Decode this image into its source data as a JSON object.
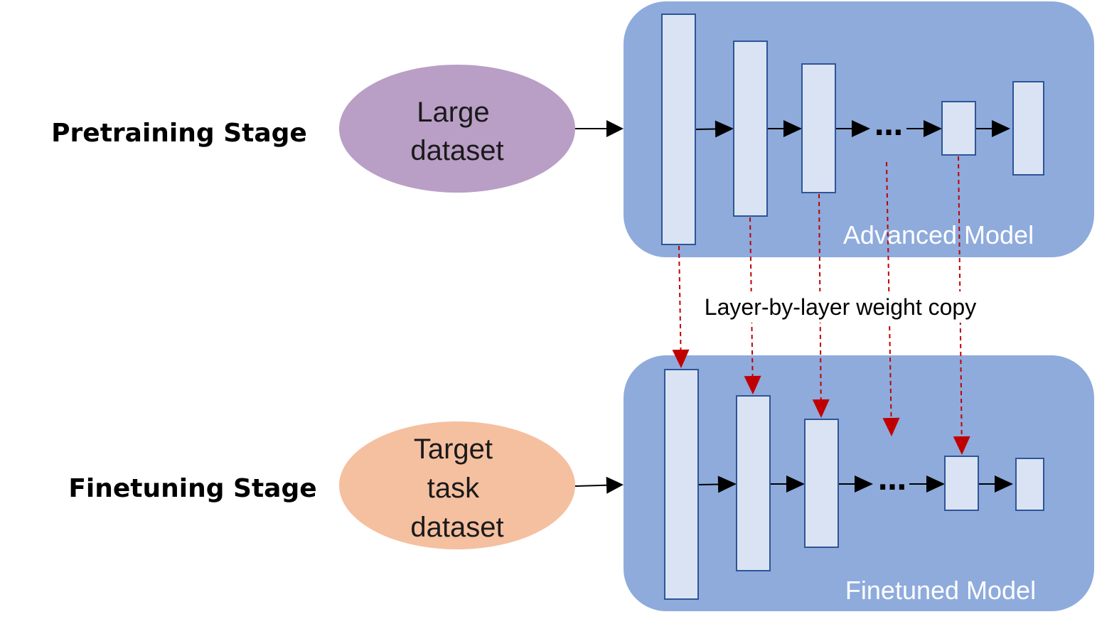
{
  "stages": {
    "pretraining": {
      "label": "Pretraining Stage",
      "dataset_lines": [
        "Large",
        "dataset"
      ],
      "model_label": "Advanced Model"
    },
    "finetuning": {
      "label": "Finetuning Stage",
      "dataset_lines": [
        "Target",
        "task",
        "dataset"
      ],
      "model_label": "Finetuned Model"
    }
  },
  "copy_label": "Layer-by-layer weight copy",
  "ellipsis": "…",
  "colors": {
    "panel": "#8eabdc",
    "layer_fill": "#dae3f3",
    "layer_stroke": "#2e5597",
    "pretrain_ellipse": "#b99ec6",
    "finetune_ellipse": "#f5c0a0",
    "copy_arrow": "#c00000"
  }
}
